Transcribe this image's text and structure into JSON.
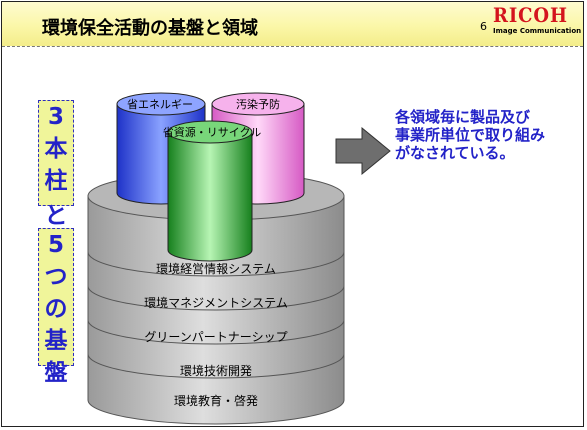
{
  "header": {
    "title": "環境保全活動の基盤と領域",
    "page_number": "6",
    "logo_text": "RICOH",
    "logo_subtitle": "Image Communication"
  },
  "sidebar": {
    "top_chars": [
      "3",
      "本",
      "柱"
    ],
    "middle_char": "と",
    "bottom_chars": [
      "5",
      "つ",
      "の",
      "基",
      "盤"
    ]
  },
  "pillars": [
    {
      "label": "省エネルギー",
      "color": "#3a5af5"
    },
    {
      "label": "汚染予防",
      "color": "#f59ae6"
    },
    {
      "label": "省資源・リサイクル",
      "color": "#3fb84a"
    }
  ],
  "foundation_layers": [
    "環境経営情報システム",
    "環境マネジメントシステム",
    "グリーンパートナーシップ",
    "環境技術開発",
    "環境教育・啓発"
  ],
  "claim_lines": [
    "各領域毎に製品及び",
    "事業所単位で取り組み",
    "がなされている。"
  ]
}
